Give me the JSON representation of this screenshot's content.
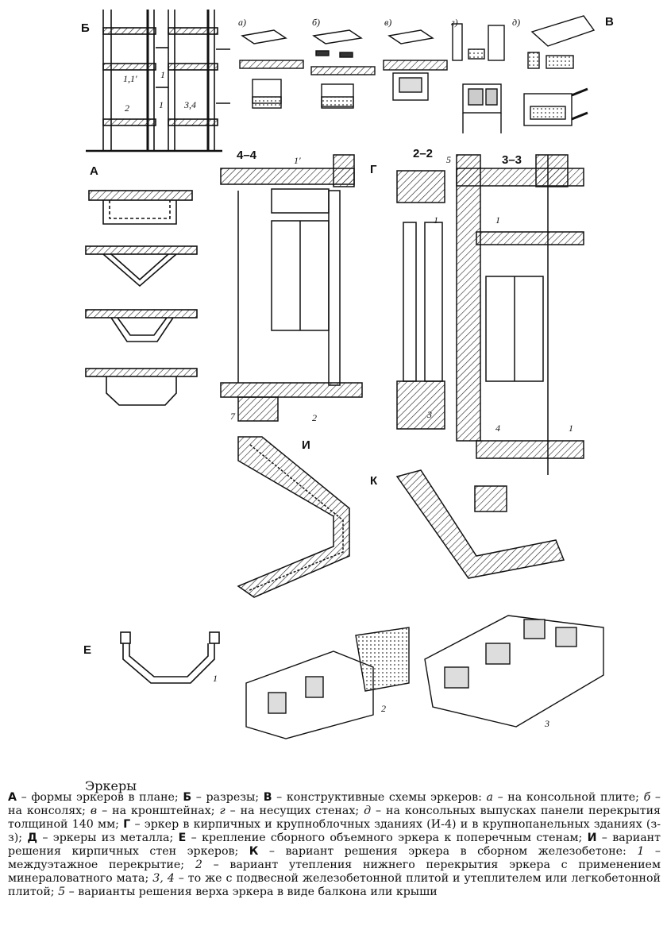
{
  "labels": {
    "A": "А",
    "B": "Б",
    "V": "В",
    "G": "Г",
    "E": "Е",
    "I": "И",
    "K": "К",
    "sub_a": "а)",
    "sub_b": "б)",
    "sub_v": "в)",
    "sub_g": "г)",
    "sub_d": "д)",
    "sec_44": "4–4",
    "sec_22": "2–2",
    "sec_33": "3–3",
    "n1": "1",
    "n1p": "1′",
    "n11": "1,1′",
    "n2": "2",
    "n3": "3",
    "n4": "4",
    "n5": "5",
    "n7": "7",
    "n34": "3,4"
  },
  "caption": {
    "title": "Эркеры",
    "parts": [
      {
        "b": "А",
        "t": " – формы эркеров в плане; "
      },
      {
        "b": "Б",
        "t": " – разрезы; "
      },
      {
        "b": "В",
        "t": " – конструктивные схемы эркеров: "
      },
      {
        "i": "а",
        "t": " – на кон­сольной плите; "
      },
      {
        "i": "б",
        "t": " – на консолях; "
      },
      {
        "i": "в",
        "t": " – на кронштейнах; "
      },
      {
        "i": "г",
        "t": " – на несущих стенах; "
      },
      {
        "i": "д",
        "t": " – на консоль­ных выпусках панели перекрытия толщиной 140 мм; "
      },
      {
        "b": "Г",
        "t": " – эркер в кирпичных и крупноблоч­ных зданиях (И-4) и в крупнопанельных зданиях (з-з); "
      },
      {
        "b": "Д",
        "t": " – эркеры из металла; "
      },
      {
        "b": "Е",
        "t": " – крепле­ние сборного объемного эркера к поперечным стенам; "
      },
      {
        "b": "И",
        "t": " – вариант решения кирпичных стен эркеров; "
      },
      {
        "b": "К",
        "t": " – вариант решения эркера в сборном железобетоне: "
      },
      {
        "i": "1",
        "t": " – междуэтажное перекры­тие; "
      },
      {
        "i": "2",
        "t": " – вариант утепления нижнего перекрытия эркера с применением минераловатного мата; "
      },
      {
        "i": "3, 4",
        "t": " – то же с подвесной железобетонной плитой и утеплителем или легкобетонной плитой; "
      },
      {
        "i": "5",
        "t": " – варианты решения верха эркера в виде балкона или крыши"
      }
    ]
  }
}
